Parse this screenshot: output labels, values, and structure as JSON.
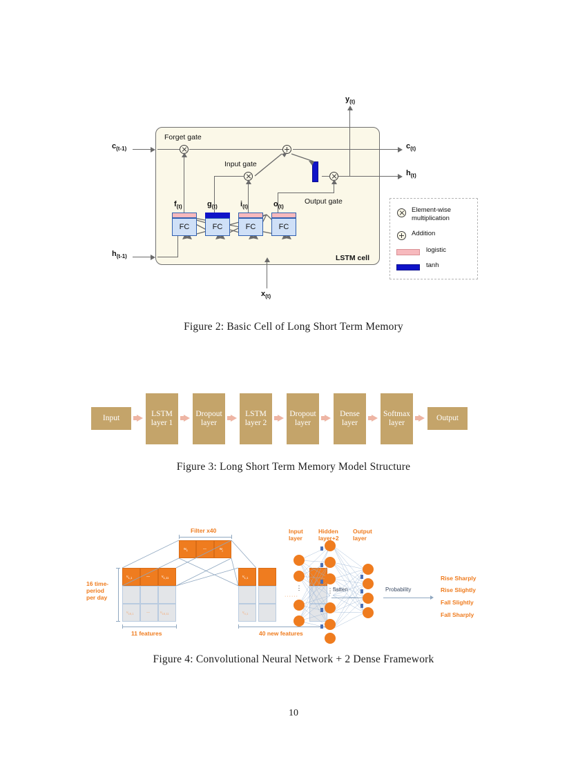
{
  "page": {
    "number": "10"
  },
  "figure2": {
    "caption": "Figure 2:  Basic Cell of Long Short Term Memory",
    "cell_label": "LSTM cell",
    "gates": {
      "forget": "Forget gate",
      "input": "Input gate",
      "output": "Output gate"
    },
    "inputs": {
      "c_prev": "c",
      "c_prev_sub": "(t-1)",
      "h_prev": "h",
      "h_prev_sub": "(t-1)",
      "x": "x",
      "x_sub": "(t)"
    },
    "outputs": {
      "y": "y",
      "y_sub": "(t)",
      "c": "c",
      "c_sub": "(t)",
      "h": "h",
      "h_sub": "(t)"
    },
    "fc_blocks": [
      {
        "label": "f",
        "sub": "(t)",
        "box": "FC",
        "activation": "logistic"
      },
      {
        "label": "g",
        "sub": "(t)",
        "box": "FC",
        "activation": "tanh"
      },
      {
        "label": "i",
        "sub": "(t)",
        "box": "FC",
        "activation": "logistic"
      },
      {
        "label": "o",
        "sub": "(t)",
        "box": "FC",
        "activation": "logistic"
      }
    ],
    "legend": {
      "multiply_line1": "Element-wise",
      "multiply_line2": "multiplication",
      "addition": "Addition",
      "logistic": "logistic",
      "tanh": "tanh"
    },
    "colors": {
      "cell_bg": "#fbf8e8",
      "logistic": "#f7b9bd",
      "tanh": "#0f13c8",
      "fc_fill": "#cfe0f7",
      "fc_border": "#2f5fb0",
      "wire": "#6b6b6b"
    }
  },
  "figure3": {
    "caption": "Figure 3:  Long Short Term Memory Model Structure",
    "blocks": [
      {
        "label": "Input"
      },
      {
        "label": "LSTM\nlayer 1"
      },
      {
        "label": "Dropout\nlayer"
      },
      {
        "label": "LSTM\nlayer 2"
      },
      {
        "label": "Dropout\nlayer"
      },
      {
        "label": "Dense\nlayer"
      },
      {
        "label": "Softmax\nlayer"
      },
      {
        "label": "Output"
      }
    ],
    "colors": {
      "box": "#c4a46a",
      "arrow": "#eeb5a4",
      "text": "#ffffff"
    }
  },
  "figure4": {
    "caption": "Figure 4:  Convolutional Neural Network + 2 Dense Framework",
    "labels": {
      "filter": "Filter x40",
      "time_period": "16 time-\nperiod\nper day",
      "features_in": "11 features",
      "features_out": "40 new features",
      "flatten": "flatten",
      "probability": "Probability",
      "input_layer": "Input\nlayer",
      "hidden_layer": "Hidden\nlayer+2",
      "output_layer": "Output\nlayer"
    },
    "filter_cells": [
      "w",
      "—",
      "w"
    ],
    "filter_subs": [
      "1",
      "",
      "j"
    ],
    "matrix_cells": [
      {
        "v": "v",
        "sub": "1,1"
      },
      {
        "v": "—",
        "sub": ""
      },
      {
        "v": "v",
        "sub": "1,11"
      },
      {
        "v": "v",
        "sub": "16,1"
      },
      {
        "v": "—",
        "sub": ""
      },
      {
        "v": "v",
        "sub": "16,11"
      }
    ],
    "feature_cells": [
      {
        "v": "v",
        "sub": "1,1"
      },
      {
        "v": "v",
        "sub": "n,1"
      }
    ],
    "outputs": [
      "Rise Sharply",
      "Rise Slightly",
      "Fall Slightly",
      "Fall Sharply"
    ],
    "colors": {
      "orange": "#ef7c1f",
      "grey": "#e3e5e8",
      "line": "#8fa7c0",
      "synapse": "#4a6fb5"
    }
  }
}
